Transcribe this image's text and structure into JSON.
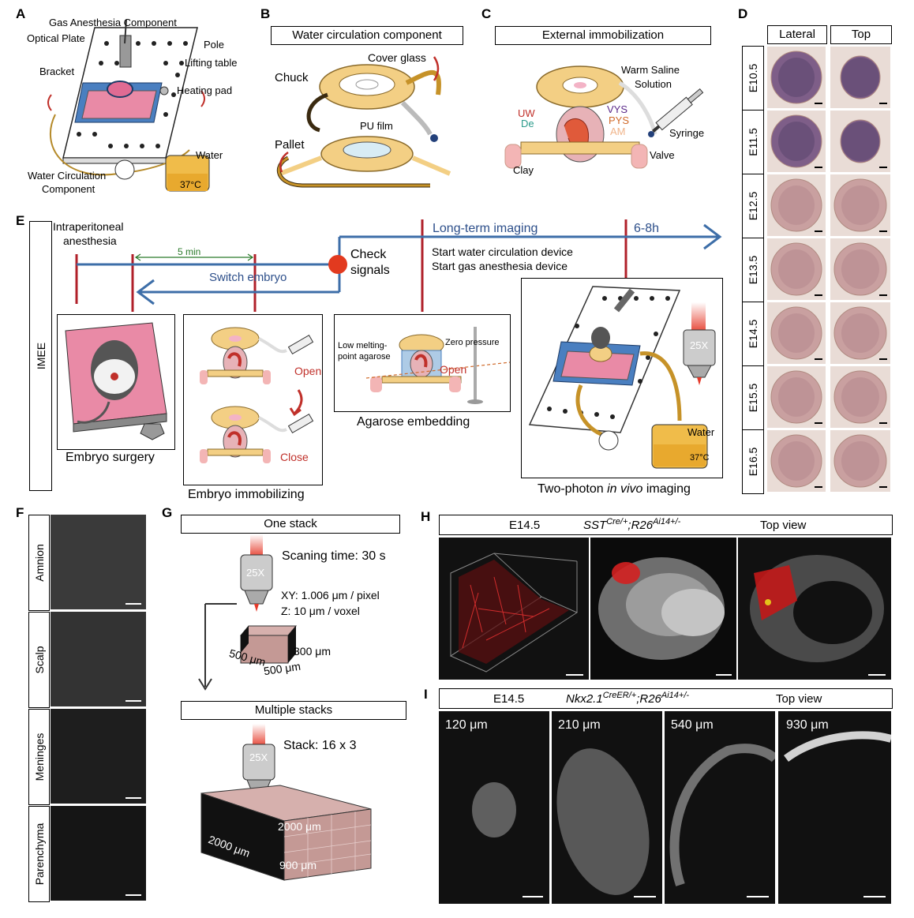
{
  "panels": {
    "A": {
      "letter": "A",
      "labels": [
        "Gas Anesthesia Component",
        "Optical Plate",
        "Pole",
        "Lifting table",
        "Bracket",
        "Heating pad",
        "Water",
        "Water Circulation",
        "Component",
        "37°C"
      ]
    },
    "B": {
      "letter": "B",
      "title": "Water circulation component",
      "labels": [
        "Cover glass",
        "Chuck",
        "PU film",
        "Pallet"
      ]
    },
    "C": {
      "letter": "C",
      "title": "External immobilization",
      "labels": [
        "Warm Saline",
        "Solution",
        "UW",
        "VYS",
        "De",
        "PYS",
        "AM",
        "Syringe",
        "Valve",
        "Clay"
      ]
    },
    "D": {
      "letter": "D",
      "headers": [
        "Lateral",
        "Top"
      ],
      "stages": [
        "E10.5",
        "E11.5",
        "E12.5",
        "E13.5",
        "E14.5",
        "E15.5",
        "E16.5"
      ]
    },
    "E": {
      "letter": "E",
      "side_label": "IMEE",
      "labels": {
        "anesthesia_1": "Intraperitoneal",
        "anesthesia_2": "anesthesia",
        "five_min": "5 min",
        "switch": "Switch  embryo",
        "check_1": "Check",
        "check_2": "signals",
        "long_term": "Long-term imaging",
        "hours": "6-8h",
        "start_water": "Start water circulation device",
        "start_gas": "Start gas anesthesia device",
        "open1": "Open",
        "close": "Close",
        "low_1": "Low melting-",
        "low_2": "point agarose",
        "zero": "Zero pressure",
        "open2": "Open",
        "objective": "25X",
        "water": "Water",
        "temp": "37°C"
      },
      "captions": {
        "surgery": "Embryo surgery",
        "immobilizing": "Embryo immobilizing",
        "agarose": "Agarose embedding",
        "imaging_pre": "Two-photon ",
        "imaging_em": "in vivo",
        "imaging_post": " imaging"
      }
    },
    "F": {
      "letter": "F",
      "layers": [
        "Amnion",
        "Scalp",
        "Meninges",
        "Parenchyma"
      ]
    },
    "G": {
      "letter": "G",
      "one_stack": "One stack",
      "scan_time": "Scaning time: 30 s",
      "objective": "25X",
      "xy": "XY: 1.006 μm / pixel",
      "z": "Z: 10 μm / voxel",
      "d300": "300 μm",
      "d500a": "500 μm",
      "d500b": "500 μm",
      "multi": "Multiple stacks",
      "stack": "Stack: 16 x 3",
      "objective2": "25X",
      "d2000a": "2000 μm",
      "d2000b": "2000 μm",
      "d900": "900 μm"
    },
    "H": {
      "letter": "H",
      "stage": "E14.5",
      "geno_base1": "SST",
      "geno_sup1": "Cre/+",
      "geno_base2": ";R26",
      "geno_sup2": "Ai14+/-",
      "view": "Top view"
    },
    "I": {
      "letter": "I",
      "stage": "E14.5",
      "geno_base1": "Nkx2.1",
      "geno_sup1": "CreER/+",
      "geno_base2": ";R26",
      "geno_sup2": "Ai14+/-",
      "view": "Top view",
      "depths": [
        "120 μm",
        "210 μm",
        "540 μm",
        "930 μm"
      ]
    }
  },
  "colors": {
    "accent_blue": "#3d6ea8",
    "dark_red": "#b0202a",
    "orange": "#e8a92e",
    "signal_red": "#e23a1f",
    "pink": "#e98aa6"
  }
}
